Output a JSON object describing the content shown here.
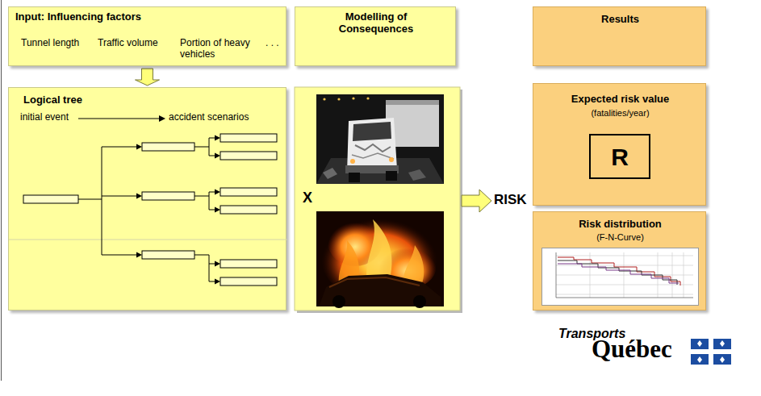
{
  "diagram": {
    "nodes": [
      {
        "text": [
          "Input: Influencing factors",
          "Tunnel length",
          "Traffic volume",
          "Portion of heavy vehicles",
          ". . ."
        ]
      },
      {
        "text": [
          "Modelling of Consequences"
        ]
      },
      {
        "text": [
          "Results"
        ]
      },
      {
        "text": [
          "Logical tree",
          "initial event",
          "accident scenarios"
        ]
      },
      {
        "text": [
          "Expected risk value",
          "(fatalities/year)"
        ]
      },
      {
        "text": [
          "R"
        ],
        "in": 4
      },
      {
        "text": [
          "Risk distribution",
          "(F-N-Curve)"
        ]
      }
    ],
    "edges": [
      {
        "from": 0,
        "to": 3,
        "arrow": "to"
      }
    ],
    "labels": [
      "X",
      "RISK",
      "Transports",
      "Québec"
    ]
  }
}
